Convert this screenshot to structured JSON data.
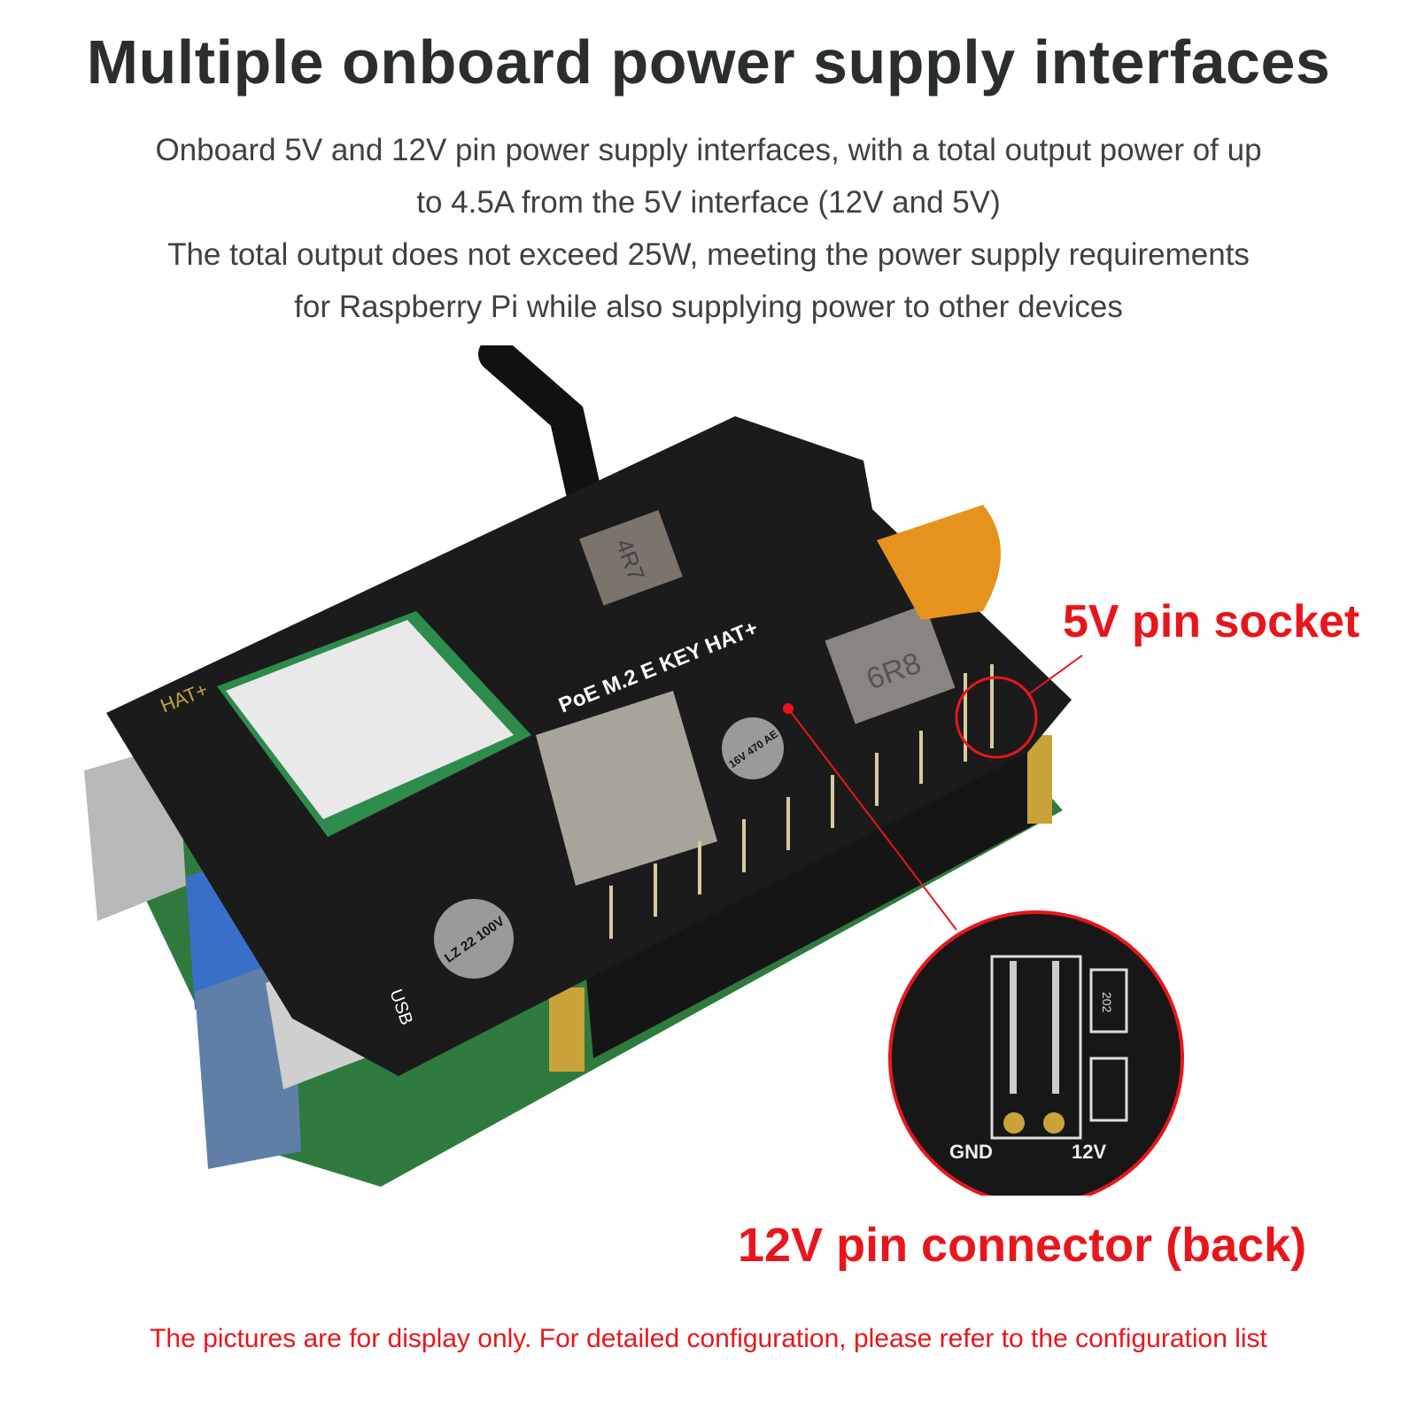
{
  "header": {
    "title": "Multiple onboard power supply interfaces",
    "description_lines": [
      "Onboard 5V and 12V pin power supply interfaces, with a total output power of up",
      "to 4.5A from the 5V interface (12V and 5V)",
      "The total output does not exceed 25W, meeting the power supply requirements",
      "for Raspberry Pi while also supplying power to other devices"
    ]
  },
  "photo": {
    "board_markings": {
      "hat": "HAT+",
      "inductor_1": "4R7",
      "inductor_2": "6R8",
      "board_name": "PoE M.2 E KEY HAT+",
      "capacitor_1": "LZ 22 100V",
      "capacitor_2": "16V 470 AE",
      "usb": "USB"
    },
    "inset": {
      "pin_label_left": "GND",
      "pin_label_right": "12V",
      "resistor_marking": "202"
    },
    "callouts": {
      "five_v": "5V pin socket",
      "twelve_v": "12V pin connector (back)"
    },
    "accent_color": "#e8161b"
  },
  "footer": {
    "note": "The pictures are for display only. For detailed configuration, please refer to the configuration list"
  }
}
